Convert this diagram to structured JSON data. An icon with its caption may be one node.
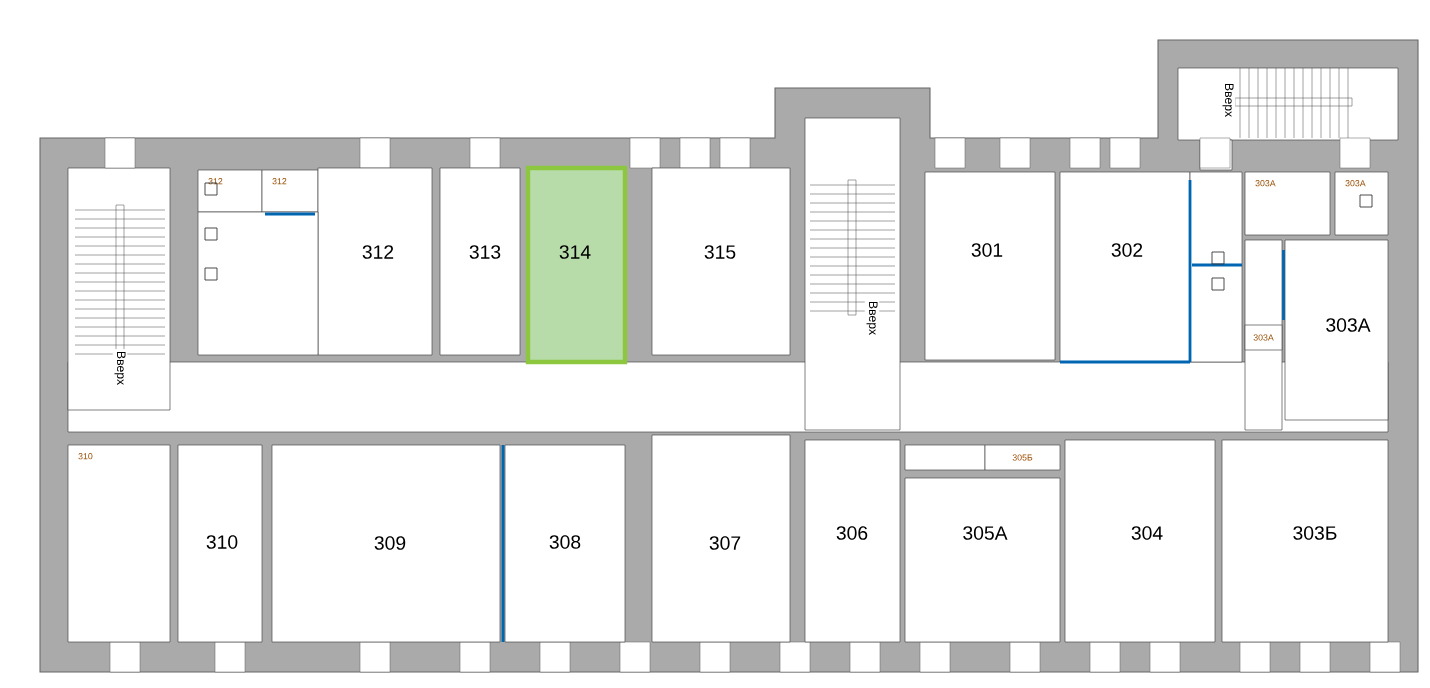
{
  "diagram": {
    "nodes": [
      {
        "text": [
          "312"
        ]
      },
      {
        "text": [
          "312"
        ]
      },
      {
        "text": [
          "312"
        ]
      },
      {
        "text": [
          "313"
        ]
      },
      {
        "text": [
          "314"
        ]
      },
      {
        "text": [
          "315"
        ]
      },
      {
        "text": [
          "301"
        ]
      },
      {
        "text": [
          "302"
        ]
      },
      {
        "text": [
          "303А"
        ]
      },
      {
        "text": [
          "303А"
        ]
      },
      {
        "text": [
          "303А"
        ]
      },
      {
        "text": [
          "303А"
        ]
      },
      {
        "text": [
          "310"
        ]
      },
      {
        "text": [
          "310"
        ]
      },
      {
        "text": [
          "309"
        ]
      },
      {
        "text": [
          "308"
        ]
      },
      {
        "text": [
          "307"
        ]
      },
      {
        "text": [
          "306"
        ]
      },
      {
        "text": [
          "305Б"
        ]
      },
      {
        "text": [
          "305А"
        ]
      },
      {
        "text": [
          "304"
        ]
      },
      {
        "text": [
          "303Б"
        ]
      },
      {
        "text": [],
        "shape": "box"
      },
      {
        "text": [],
        "shape": "box"
      }
    ],
    "labels": [
      "Вверх",
      "Вверх",
      "Вверх"
    ]
  }
}
